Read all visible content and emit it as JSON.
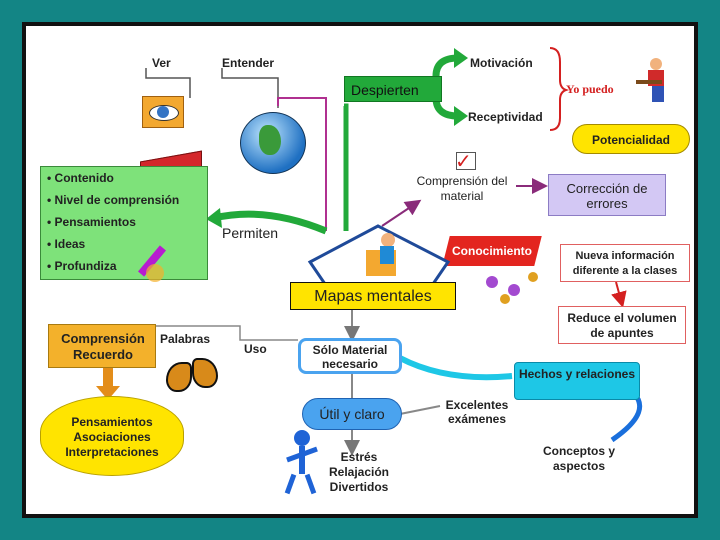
{
  "colors": {
    "background": "#138585",
    "green": "#22a93a",
    "yellow": "#ffe400",
    "blue": "#4aa3ef",
    "lavender": "#d3c8f4",
    "pink": "#f3b3c2",
    "red": "#e3251f",
    "purple": "#b71bd0",
    "orange": "#f3b12b",
    "cyan": "#1ec7e6"
  },
  "icons": [
    "eye-icon",
    "globe-icon",
    "book-icon",
    "firework-icon",
    "check-icon",
    "student-icon",
    "chart-icon",
    "molecule-icon",
    "butterfly-icon",
    "stick-figure-icon"
  ],
  "labels": {
    "ver": "Ver",
    "entender": "Entender",
    "despierten": "Despierten",
    "motivacion": "Motivación",
    "receptividad": "Receptividad",
    "yo_puedo": "Yo puedo",
    "potencialidad": "Potencialidad",
    "comprension_material": "Comprensión del material",
    "correccion": "Corrección de errores",
    "permiten": "Permiten",
    "conocimiento": "Conocimiento",
    "nueva_info": "Nueva información diferente a la clases",
    "reduce": "Reduce el volumen de apuntes",
    "mapas": "Mapas mentales",
    "comp_recuerdo": "Comprensión Recuerdo",
    "palabras": "Palabras",
    "uso": "Uso",
    "solo_material": "Sólo Material necesario",
    "hechos": "Hechos y relaciones",
    "pensamientos_cloud": "Pensamientos Asociaciones Interpretaciones",
    "util": "Útil y claro",
    "excelentes": "Excelentes exámenes",
    "estres": "Estrés Relajación Divertidos",
    "conceptos": "Conceptos y aspectos"
  },
  "list": [
    "• Contenido",
    "• Nivel de comprensión",
    "• Pensamientos",
    "• Ideas",
    "• Profundiza"
  ]
}
